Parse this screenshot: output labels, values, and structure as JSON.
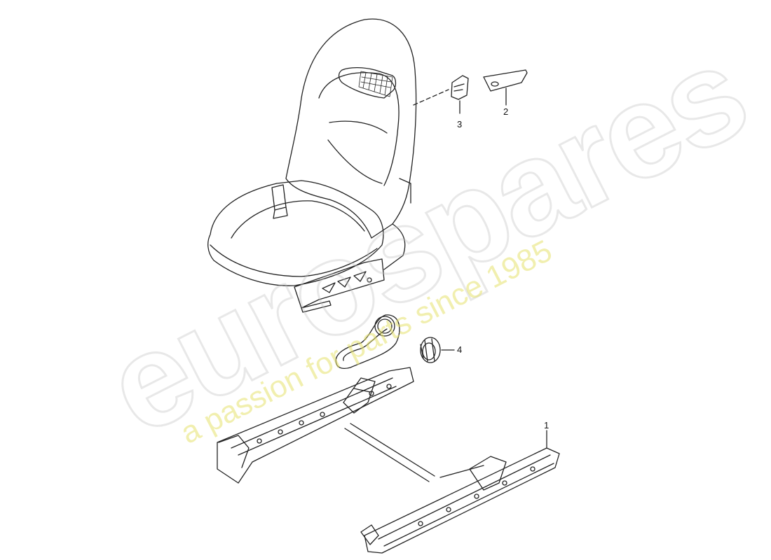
{
  "watermark": {
    "brand": "eurospares",
    "tagline": "a passion for parts since 1985",
    "brand_color": "#c8c8c8",
    "tagline_color": "#e6e16e"
  },
  "callouts": [
    {
      "number": "1",
      "part": "seat-rail"
    },
    {
      "number": "2",
      "part": "cap"
    },
    {
      "number": "3",
      "part": "clip"
    },
    {
      "number": "4",
      "part": "knob"
    }
  ]
}
